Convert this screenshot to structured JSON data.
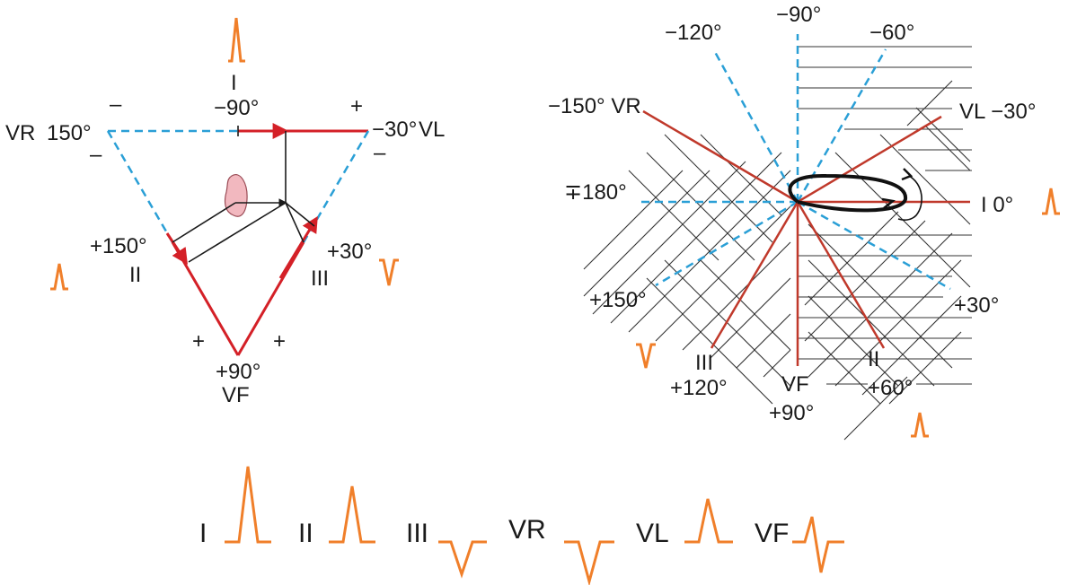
{
  "colors": {
    "lead_positive": "#d42027",
    "lead_negative_dashed": "#2a9fd6",
    "wave": "#f07f2a",
    "heart": "#f2b8bf"
  },
  "einthoven": {
    "lead_I": "I",
    "angle_top": "−90°",
    "vr_label": "VR",
    "vr_angle": "150°",
    "vl_angle": "−30°",
    "vl_label": "VL",
    "ii_angle": "+150°",
    "ii_label": "II",
    "iii_angle": "+30°",
    "iii_label": "III",
    "vf_angle": "+90°",
    "vf_label": "VF",
    "plus": "+",
    "minus": "–"
  },
  "hexaxial": {
    "m90": "−90°",
    "m120": "−120°",
    "m60": "−60°",
    "m150_vr": "−150° VR",
    "vl_m30": "VL −30°",
    "pm180": "∓180°",
    "i_0": "I  0°",
    "p150": "+150°",
    "p30": "+30°",
    "iii": "III",
    "p120": "+120°",
    "vf": "VF",
    "p90": "+90°",
    "ii": "II",
    "p60": "+60°"
  },
  "complexes": [
    {
      "label": "I",
      "shape": "tall-positive"
    },
    {
      "label": "II",
      "shape": "positive"
    },
    {
      "label": "III",
      "shape": "negative"
    },
    {
      "label": "VR",
      "shape": "negative"
    },
    {
      "label": "VL",
      "shape": "positive"
    },
    {
      "label": "VF",
      "shape": "biphasic"
    }
  ]
}
